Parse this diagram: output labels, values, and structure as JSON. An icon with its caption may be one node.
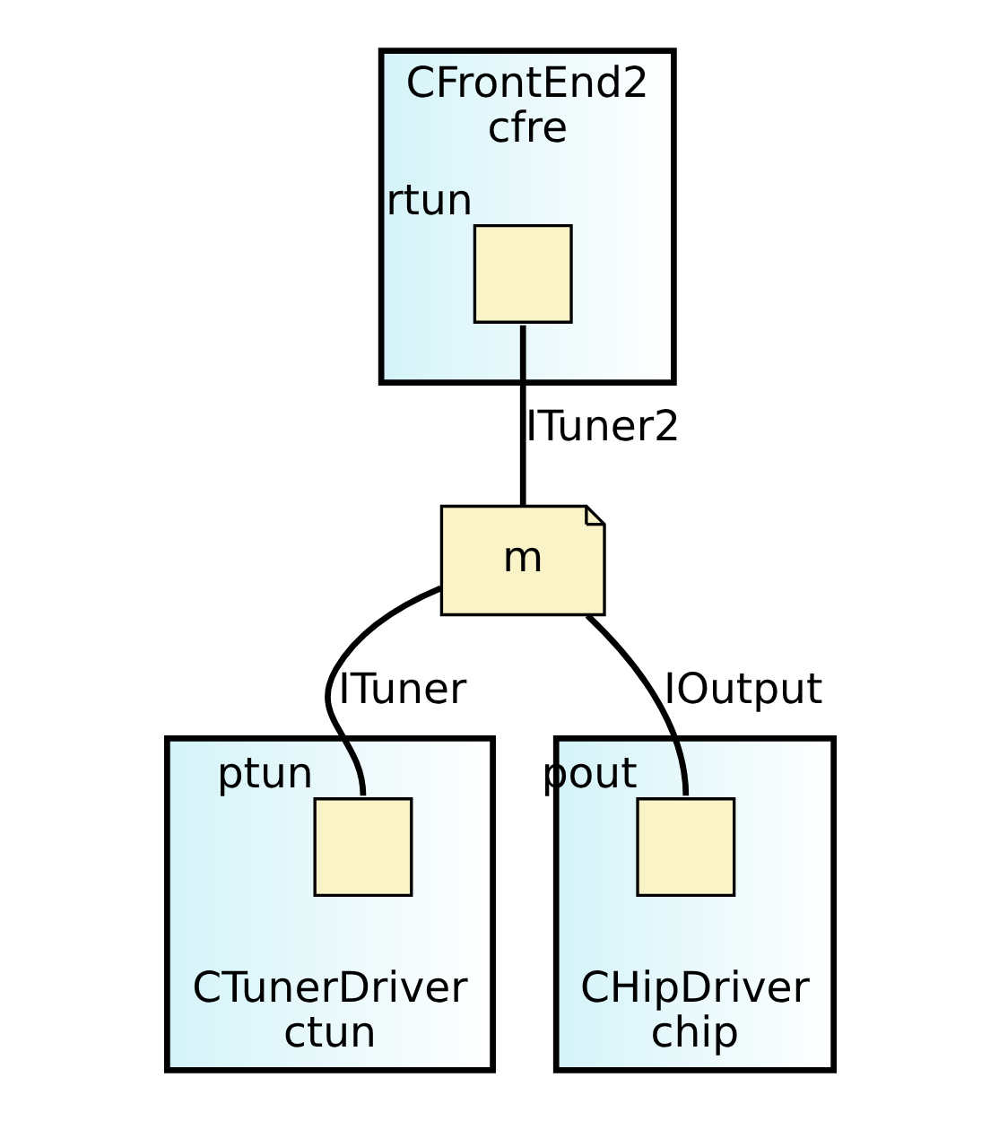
{
  "diagram": {
    "nodes": [
      {
        "text": [
          "CFrontEnd2",
          "cfre"
        ]
      },
      {
        "text": [],
        "shape": "box",
        "beside": [
          "rtun"
        ],
        "in": 0
      },
      {
        "text": [
          "m"
        ]
      },
      {
        "text": [
          "CTunerDriver",
          "ctun"
        ]
      },
      {
        "text": [],
        "shape": "box",
        "beside": [
          "ptun"
        ],
        "in": 3
      },
      {
        "text": [
          "CHipDriver",
          "chip"
        ]
      },
      {
        "text": [],
        "shape": "box",
        "beside": [
          "pout"
        ],
        "in": 5
      }
    ],
    "edges": [
      {
        "from": 1,
        "to": 2,
        "arrow": "none",
        "label": "ITuner2"
      },
      {
        "from": 2,
        "to": 4,
        "arrow": "none",
        "label": "ITuner"
      },
      {
        "from": 2,
        "to": 6,
        "arrow": "none",
        "label": "IOutput"
      }
    ]
  }
}
